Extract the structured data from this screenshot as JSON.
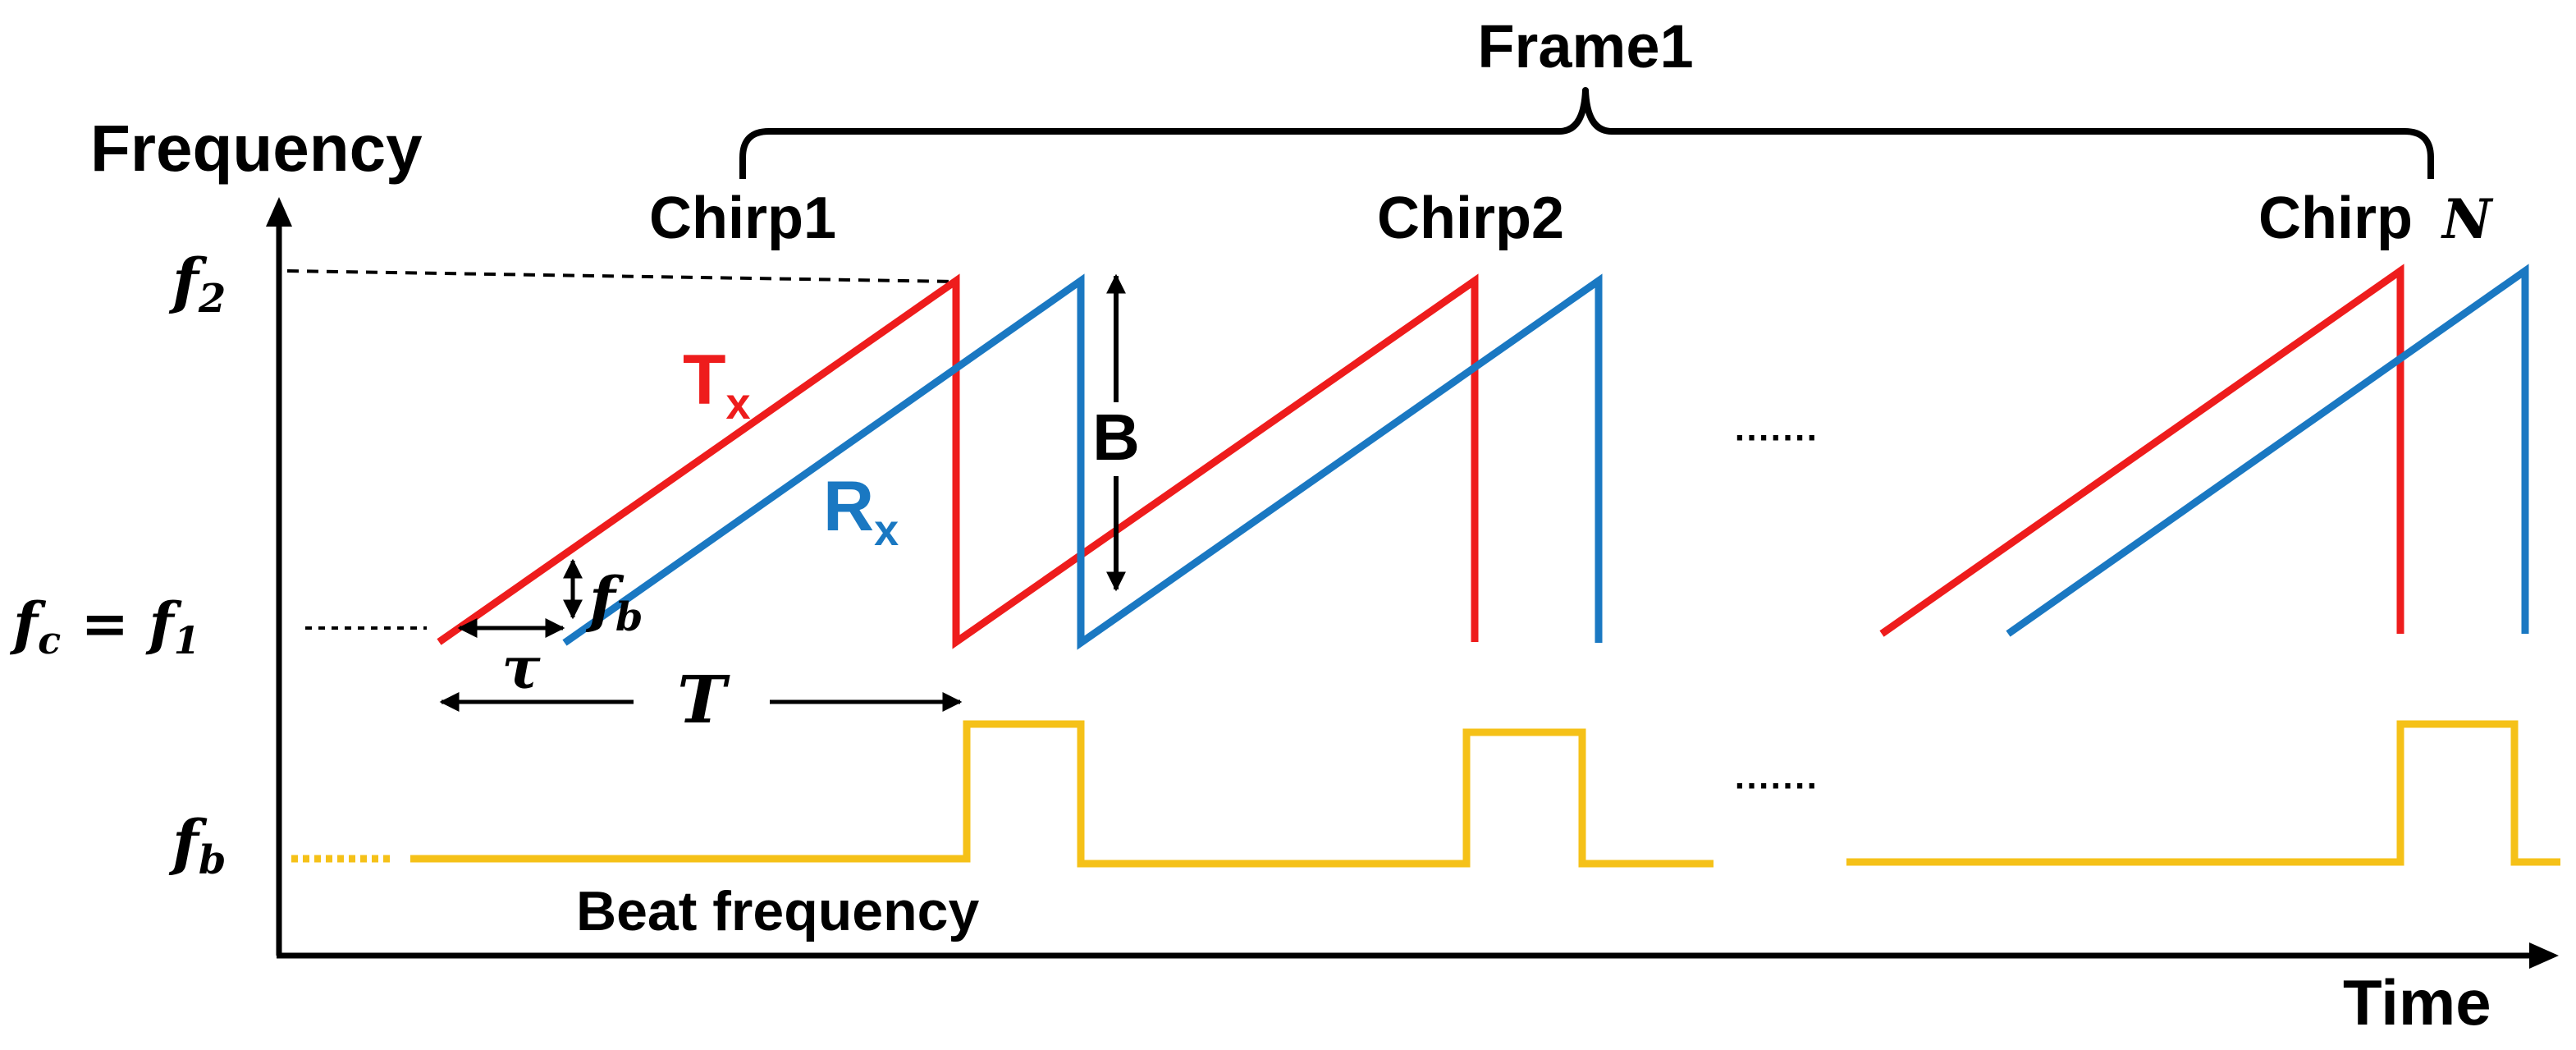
{
  "labels": {
    "frame": "Frame1",
    "y_axis": "Frequency",
    "x_axis": "Time",
    "chirp1": "Chirp1",
    "chirp2": "Chirp2",
    "chirpN_prefix": "Chirp",
    "chirpN_symbol": "N",
    "tx_main": "T",
    "tx_sub": "x",
    "rx_main": "R",
    "rx_sub": "x",
    "bandwidth": "B",
    "tau": "τ",
    "period": "T",
    "beat_freq_label": "Beat frequency",
    "ellipsis_chirps": "·······",
    "ellipsis_beat": "·······"
  },
  "y_ticks": {
    "f2_main": "f",
    "f2_sub": "2",
    "f1_expr_f": "f",
    "f1_expr_c": "c",
    "f1_expr_eq": " = ",
    "f1_expr_f2": "f",
    "f1_expr_1": "1",
    "fb_main": "f",
    "fb_sub": "b",
    "fb_inline_main": "f",
    "fb_inline_sub": "b"
  },
  "colors": {
    "tx": "#ee1c1c",
    "rx": "#1a78c2",
    "beat": "#f5c118",
    "axis": "#000000"
  }
}
